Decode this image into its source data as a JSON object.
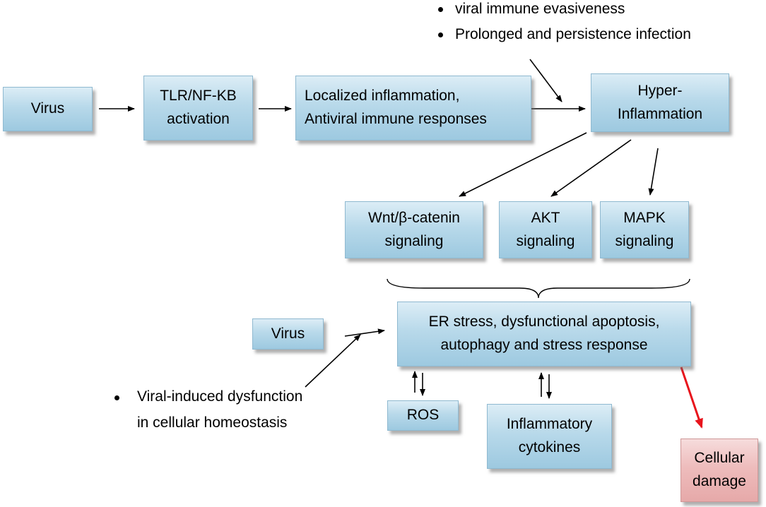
{
  "notes_top": [
    "viral immune evasiveness",
    "Prolonged and persistence infection"
  ],
  "notes_left": [
    "Viral-induced dysfunction",
    "in cellular homeostasis"
  ],
  "boxes": {
    "virus_top": [
      "Virus"
    ],
    "tlr": [
      "TLR/NF-KB",
      "activation"
    ],
    "localized": [
      "Localized inflammation,",
      "Antiviral immune responses"
    ],
    "hyper": [
      "Hyper-",
      "Inflammation"
    ],
    "wnt": [
      "Wnt/β-catenin",
      "signaling"
    ],
    "akt": [
      "AKT",
      "signaling"
    ],
    "mapk": [
      "MAPK",
      "signaling"
    ],
    "er_stress": [
      "ER stress, dysfunctional apoptosis,",
      "autophagy and stress response"
    ],
    "virus_mid": [
      "Virus"
    ],
    "ros": [
      "ROS"
    ],
    "cytokines": [
      "Inflammatory",
      "cytokines"
    ],
    "cellular_damage": [
      "Cellular",
      "damage"
    ]
  },
  "colors": {
    "box_fill": "#b8d9ea",
    "damage_fill": "#eebcbc",
    "damage_arrow": "#e8141c",
    "arrow": "#000000"
  }
}
